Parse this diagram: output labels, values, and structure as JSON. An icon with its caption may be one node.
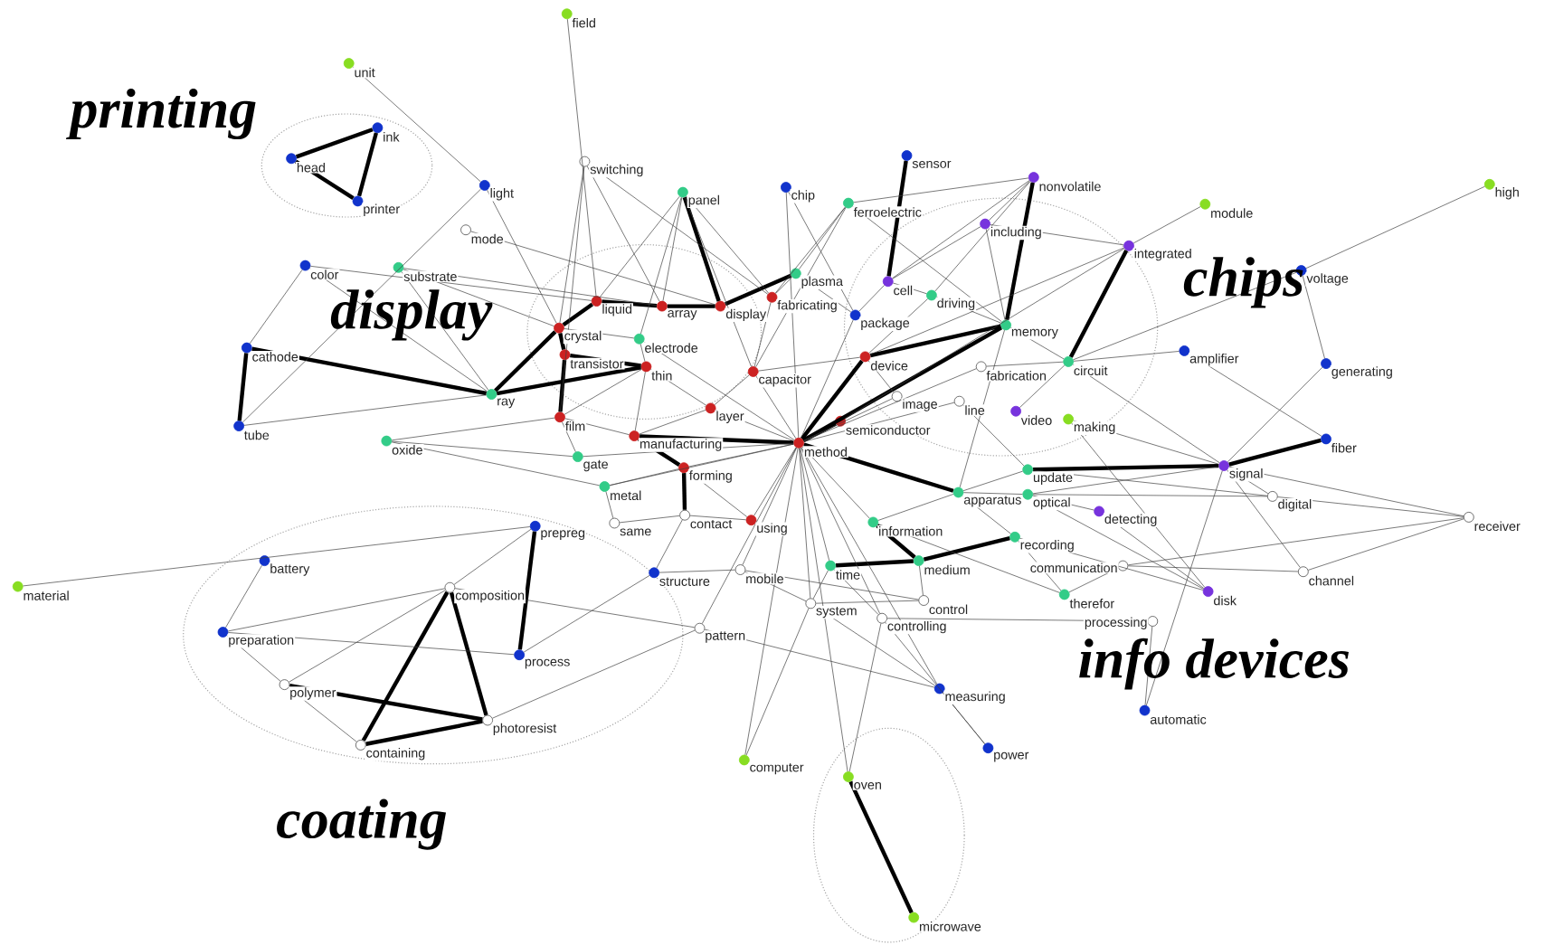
{
  "diagram": {
    "nodes": [
      {
        "text": [
          "field"
        ]
      },
      {
        "text": [
          "unit"
        ]
      },
      {
        "text": [
          "ink"
        ]
      },
      {
        "text": [
          "head"
        ]
      },
      {
        "text": [
          "sensor"
        ]
      },
      {
        "text": [
          "switching"
        ]
      },
      {
        "text": [
          "nonvolatile"
        ]
      },
      {
        "text": [
          "light"
        ]
      },
      {
        "text": [
          "high"
        ]
      },
      {
        "text": [
          "chip"
        ]
      },
      {
        "text": [
          "panel"
        ]
      },
      {
        "text": [
          "printer"
        ]
      },
      {
        "text": [
          "ferroelectric"
        ]
      },
      {
        "text": [
          "module"
        ]
      },
      {
        "text": [
          "including"
        ]
      },
      {
        "text": [
          "mode"
        ]
      },
      {
        "text": [
          "integrated"
        ]
      },
      {
        "text": [
          "color"
        ]
      },
      {
        "text": [
          "substrate"
        ]
      },
      {
        "text": [
          "voltage"
        ]
      },
      {
        "text": [
          "plasma"
        ]
      },
      {
        "text": [
          "cell"
        ]
      },
      {
        "text": [
          "fabricating"
        ]
      },
      {
        "text": [
          "liquid"
        ]
      },
      {
        "text": [
          "array"
        ]
      },
      {
        "text": [
          "display"
        ]
      },
      {
        "text": [
          "driving"
        ]
      },
      {
        "text": [
          "package"
        ]
      },
      {
        "text": [
          "memory"
        ]
      },
      {
        "text": [
          "crystal"
        ]
      },
      {
        "text": [
          "electrode"
        ]
      },
      {
        "text": [
          "cathode"
        ]
      },
      {
        "text": [
          "amplifier"
        ]
      },
      {
        "text": [
          "device"
        ]
      },
      {
        "text": [
          "circuit"
        ]
      },
      {
        "text": [
          "generating"
        ]
      },
      {
        "text": [
          "fabrication"
        ]
      },
      {
        "text": [
          "thin"
        ]
      },
      {
        "text": [
          "capacitor"
        ]
      },
      {
        "text": [
          "transistor"
        ]
      },
      {
        "text": [
          "ray"
        ]
      },
      {
        "text": [
          "image"
        ]
      },
      {
        "text": [
          "line"
        ]
      },
      {
        "text": [
          "video"
        ]
      },
      {
        "text": [
          "making"
        ]
      },
      {
        "text": [
          "layer"
        ]
      },
      {
        "text": [
          "film"
        ]
      },
      {
        "text": [
          "semiconductor"
        ]
      },
      {
        "text": [
          "tube"
        ]
      },
      {
        "text": [
          "oxide"
        ]
      },
      {
        "text": [
          "manufacturing"
        ]
      },
      {
        "text": [
          "method"
        ]
      },
      {
        "text": [
          "fiber"
        ]
      },
      {
        "text": [
          "gate"
        ]
      },
      {
        "text": [
          "signal"
        ]
      },
      {
        "text": [
          "forming"
        ]
      },
      {
        "text": [
          "update"
        ]
      },
      {
        "text": [
          "metal"
        ]
      },
      {
        "text": [
          "apparatus"
        ]
      },
      {
        "text": [
          "optical"
        ]
      },
      {
        "text": [
          "digital"
        ]
      },
      {
        "text": [
          "detecting"
        ]
      },
      {
        "text": [
          "contact"
        ]
      },
      {
        "text": [
          "receiver"
        ]
      },
      {
        "text": [
          "using"
        ]
      },
      {
        "text": [
          "information"
        ]
      },
      {
        "text": [
          "same"
        ]
      },
      {
        "text": [
          "prepreg"
        ]
      },
      {
        "text": [
          "recording"
        ]
      },
      {
        "text": [
          "battery"
        ]
      },
      {
        "text": [
          "medium"
        ]
      },
      {
        "text": [
          "time"
        ]
      },
      {
        "text": [
          "communication"
        ]
      },
      {
        "text": [
          "mobile"
        ]
      },
      {
        "text": [
          "channel"
        ]
      },
      {
        "text": [
          "structure"
        ]
      },
      {
        "text": [
          "material"
        ]
      },
      {
        "text": [
          "composition"
        ]
      },
      {
        "text": [
          "disk"
        ]
      },
      {
        "text": [
          "therefor"
        ]
      },
      {
        "text": [
          "control"
        ]
      },
      {
        "text": [
          "system"
        ]
      },
      {
        "text": [
          "controlling"
        ]
      },
      {
        "text": [
          "processing"
        ]
      },
      {
        "text": [
          "preparation"
        ]
      },
      {
        "text": [
          "pattern"
        ]
      },
      {
        "text": [
          "process"
        ]
      },
      {
        "text": [
          "polymer"
        ]
      },
      {
        "text": [
          "measuring"
        ]
      },
      {
        "text": [
          "automatic"
        ]
      },
      {
        "text": [
          "photoresist"
        ]
      },
      {
        "text": [
          "containing"
        ]
      },
      {
        "text": [
          "power"
        ]
      },
      {
        "text": [
          "computer"
        ]
      },
      {
        "text": [
          "oven"
        ]
      },
      {
        "text": [
          "microwave"
        ]
      }
    ],
    "edges": [
      {
        "from": 2,
        "to": 3,
        "arrow": "none",
        "style": "thick"
      },
      {
        "from": 2,
        "to": 11,
        "arrow": "none",
        "style": "thick"
      },
      {
        "from": 3,
        "to": 11,
        "arrow": "none",
        "style": "thick"
      },
      {
        "from": 31,
        "to": 48,
        "arrow": "none",
        "style": "thick"
      },
      {
        "from": 94,
        "to": 95,
        "arrow": "none",
        "style": "thick"
      },
      {
        "from": 77,
        "to": 91,
        "arrow": "none",
        "style": "thick"
      },
      {
        "from": 77,
        "to": 90,
        "arrow": "none",
        "style": "thick"
      },
      {
        "from": 91,
        "to": 90,
        "arrow": "none",
        "style": "thick"
      },
      {
        "from": 87,
        "to": 90,
        "arrow": "none",
        "style": "thick"
      },
      {
        "from": 67,
        "to": 86,
        "arrow": "none",
        "style": "thick"
      },
      {
        "from": 16,
        "to": 34,
        "arrow": "none",
        "style": "thick"
      },
      {
        "from": 6,
        "to": 28,
        "arrow": "none",
        "style": "thick"
      },
      {
        "from": 4,
        "to": 21,
        "arrow": "none",
        "style": "thick"
      },
      {
        "from": 10,
        "to": 25,
        "arrow": "none",
        "style": "thick"
      },
      {
        "from": 29,
        "to": 23,
        "arrow": "none",
        "style": "thick"
      },
      {
        "from": 29,
        "to": 39,
        "arrow": "none",
        "style": "thick"
      },
      {
        "from": 39,
        "to": 37,
        "arrow": "none",
        "style": "thick"
      },
      {
        "from": 46,
        "to": 39,
        "arrow": "none",
        "style": "thick"
      },
      {
        "from": 23,
        "to": 24,
        "arrow": "none",
        "style": "thick"
      },
      {
        "from": 24,
        "to": 25,
        "arrow": "none",
        "style": "thick"
      },
      {
        "from": 25,
        "to": 20,
        "arrow": "none",
        "style": "thick"
      },
      {
        "from": 51,
        "to": 33,
        "arrow": "none",
        "style": "thick"
      },
      {
        "from": 51,
        "to": 47,
        "arrow": "none",
        "style": "thick"
      },
      {
        "from": 51,
        "to": 50,
        "arrow": "none",
        "style": "thick"
      },
      {
        "from": 51,
        "to": 28,
        "arrow": "none",
        "style": "thick"
      },
      {
        "from": 65,
        "to": 70,
        "arrow": "none",
        "style": "thick"
      },
      {
        "from": 71,
        "to": 70,
        "arrow": "none",
        "style": "thick"
      },
      {
        "from": 70,
        "to": 68,
        "arrow": "none",
        "style": "thick"
      },
      {
        "from": 50,
        "to": 55,
        "arrow": "none",
        "style": "thick"
      },
      {
        "from": 55,
        "to": 62,
        "arrow": "none",
        "style": "thick"
      },
      {
        "from": 56,
        "to": 54,
        "arrow": "none",
        "style": "thick"
      },
      {
        "from": 54,
        "to": 52,
        "arrow": "none",
        "style": "thick"
      },
      {
        "from": 31,
        "to": 40,
        "arrow": "none",
        "style": "thick"
      },
      {
        "from": 40,
        "to": 29,
        "arrow": "none",
        "style": "thick"
      },
      {
        "from": 40,
        "to": 37,
        "arrow": "none",
        "style": "thick"
      },
      {
        "from": 58,
        "to": 51,
        "arrow": "none",
        "style": "thick"
      },
      {
        "from": 33,
        "to": 28,
        "arrow": "none",
        "style": "thick"
      },
      {
        "from": 0,
        "to": 23,
        "arrow": "none"
      },
      {
        "from": 1,
        "to": 7,
        "arrow": "none"
      },
      {
        "from": 7,
        "to": 48,
        "arrow": "none"
      },
      {
        "from": 7,
        "to": 29,
        "arrow": "none"
      },
      {
        "from": 5,
        "to": 46,
        "arrow": "none"
      },
      {
        "from": 5,
        "to": 29,
        "arrow": "none"
      },
      {
        "from": 5,
        "to": 24,
        "arrow": "none"
      },
      {
        "from": 5,
        "to": 22,
        "arrow": "none"
      },
      {
        "from": 15,
        "to": 25,
        "arrow": "none"
      },
      {
        "from": 17,
        "to": 31,
        "arrow": "none"
      },
      {
        "from": 17,
        "to": 40,
        "arrow": "none"
      },
      {
        "from": 17,
        "to": 23,
        "arrow": "none"
      },
      {
        "from": 18,
        "to": 40,
        "arrow": "none"
      },
      {
        "from": 18,
        "to": 24,
        "arrow": "none"
      },
      {
        "from": 18,
        "to": 29,
        "arrow": "none"
      },
      {
        "from": 48,
        "to": 40,
        "arrow": "none"
      },
      {
        "from": 10,
        "to": 23,
        "arrow": "none"
      },
      {
        "from": 10,
        "to": 24,
        "arrow": "none"
      },
      {
        "from": 10,
        "to": 30,
        "arrow": "none"
      },
      {
        "from": 10,
        "to": 38,
        "arrow": "none"
      },
      {
        "from": 10,
        "to": 22,
        "arrow": "none"
      },
      {
        "from": 9,
        "to": 27,
        "arrow": "none"
      },
      {
        "from": 9,
        "to": 51,
        "arrow": "none"
      },
      {
        "from": 12,
        "to": 38,
        "arrow": "none"
      },
      {
        "from": 12,
        "to": 22,
        "arrow": "none"
      },
      {
        "from": 12,
        "to": 20,
        "arrow": "none"
      },
      {
        "from": 12,
        "to": 6,
        "arrow": "none"
      },
      {
        "from": 12,
        "to": 28,
        "arrow": "none"
      },
      {
        "from": 6,
        "to": 21,
        "arrow": "none"
      },
      {
        "from": 6,
        "to": 14,
        "arrow": "none"
      },
      {
        "from": 6,
        "to": 26,
        "arrow": "none"
      },
      {
        "from": 14,
        "to": 16,
        "arrow": "none"
      },
      {
        "from": 14,
        "to": 28,
        "arrow": "none"
      },
      {
        "from": 14,
        "to": 21,
        "arrow": "none"
      },
      {
        "from": 13,
        "to": 16,
        "arrow": "none"
      },
      {
        "from": 8,
        "to": 19,
        "arrow": "none"
      },
      {
        "from": 19,
        "to": 35,
        "arrow": "none"
      },
      {
        "from": 16,
        "to": 33,
        "arrow": "none"
      },
      {
        "from": 16,
        "to": 47,
        "arrow": "none"
      },
      {
        "from": 28,
        "to": 34,
        "arrow": "none"
      },
      {
        "from": 34,
        "to": 32,
        "arrow": "none"
      },
      {
        "from": 34,
        "to": 54,
        "arrow": "none"
      },
      {
        "from": 34,
        "to": 19,
        "arrow": "none"
      },
      {
        "from": 32,
        "to": 52,
        "arrow": "none"
      },
      {
        "from": 35,
        "to": 54,
        "arrow": "none"
      },
      {
        "from": 20,
        "to": 27,
        "arrow": "none"
      },
      {
        "from": 20,
        "to": 22,
        "arrow": "none"
      },
      {
        "from": 21,
        "to": 26,
        "arrow": "none"
      },
      {
        "from": 21,
        "to": 27,
        "arrow": "none"
      },
      {
        "from": 27,
        "to": 51,
        "arrow": "none"
      },
      {
        "from": 33,
        "to": 38,
        "arrow": "none"
      },
      {
        "from": 33,
        "to": 26,
        "arrow": "none"
      },
      {
        "from": 30,
        "to": 37,
        "arrow": "none"
      },
      {
        "from": 30,
        "to": 29,
        "arrow": "none"
      },
      {
        "from": 30,
        "to": 51,
        "arrow": "none"
      },
      {
        "from": 37,
        "to": 46,
        "arrow": "none"
      },
      {
        "from": 37,
        "to": 45,
        "arrow": "none"
      },
      {
        "from": 37,
        "to": 50,
        "arrow": "none"
      },
      {
        "from": 38,
        "to": 51,
        "arrow": "none"
      },
      {
        "from": 38,
        "to": 45,
        "arrow": "none"
      },
      {
        "from": 38,
        "to": 22,
        "arrow": "none"
      },
      {
        "from": 45,
        "to": 51,
        "arrow": "none"
      },
      {
        "from": 45,
        "to": 50,
        "arrow": "none"
      },
      {
        "from": 46,
        "to": 50,
        "arrow": "none"
      },
      {
        "from": 46,
        "to": 53,
        "arrow": "none"
      },
      {
        "from": 49,
        "to": 46,
        "arrow": "none"
      },
      {
        "from": 49,
        "to": 57,
        "arrow": "none"
      },
      {
        "from": 49,
        "to": 53,
        "arrow": "none"
      },
      {
        "from": 53,
        "to": 51,
        "arrow": "none"
      },
      {
        "from": 57,
        "to": 55,
        "arrow": "none"
      },
      {
        "from": 57,
        "to": 51,
        "arrow": "none"
      },
      {
        "from": 55,
        "to": 51,
        "arrow": "none"
      },
      {
        "from": 55,
        "to": 64,
        "arrow": "none"
      },
      {
        "from": 62,
        "to": 66,
        "arrow": "none"
      },
      {
        "from": 62,
        "to": 64,
        "arrow": "none"
      },
      {
        "from": 62,
        "to": 75,
        "arrow": "none"
      },
      {
        "from": 66,
        "to": 57,
        "arrow": "none"
      },
      {
        "from": 67,
        "to": 77,
        "arrow": "none"
      },
      {
        "from": 51,
        "to": 64,
        "arrow": "none"
      },
      {
        "from": 51,
        "to": 73,
        "arrow": "none"
      },
      {
        "from": 51,
        "to": 71,
        "arrow": "none"
      },
      {
        "from": 51,
        "to": 65,
        "arrow": "none"
      },
      {
        "from": 51,
        "to": 81,
        "arrow": "none"
      },
      {
        "from": 51,
        "to": 93,
        "arrow": "none"
      },
      {
        "from": 51,
        "to": 94,
        "arrow": "none"
      },
      {
        "from": 51,
        "to": 85,
        "arrow": "none"
      },
      {
        "from": 51,
        "to": 82,
        "arrow": "none"
      },
      {
        "from": 51,
        "to": 42,
        "arrow": "none"
      },
      {
        "from": 51,
        "to": 41,
        "arrow": "none"
      },
      {
        "from": 58,
        "to": 56,
        "arrow": "none"
      },
      {
        "from": 58,
        "to": 59,
        "arrow": "none"
      },
      {
        "from": 58,
        "to": 65,
        "arrow": "none"
      },
      {
        "from": 58,
        "to": 68,
        "arrow": "none"
      },
      {
        "from": 59,
        "to": 61,
        "arrow": "none"
      },
      {
        "from": 59,
        "to": 54,
        "arrow": "none"
      },
      {
        "from": 59,
        "to": 60,
        "arrow": "none"
      },
      {
        "from": 59,
        "to": 78,
        "arrow": "none"
      },
      {
        "from": 56,
        "to": 42,
        "arrow": "none"
      },
      {
        "from": 56,
        "to": 60,
        "arrow": "none"
      },
      {
        "from": 54,
        "to": 60,
        "arrow": "none"
      },
      {
        "from": 54,
        "to": 63,
        "arrow": "none"
      },
      {
        "from": 54,
        "to": 74,
        "arrow": "none"
      },
      {
        "from": 54,
        "to": 89,
        "arrow": "none"
      },
      {
        "from": 61,
        "to": 78,
        "arrow": "none"
      },
      {
        "from": 68,
        "to": 78,
        "arrow": "none"
      },
      {
        "from": 68,
        "to": 79,
        "arrow": "none"
      },
      {
        "from": 72,
        "to": 79,
        "arrow": "none"
      },
      {
        "from": 72,
        "to": 74,
        "arrow": "none"
      },
      {
        "from": 72,
        "to": 63,
        "arrow": "none"
      },
      {
        "from": 65,
        "to": 79,
        "arrow": "none"
      },
      {
        "from": 71,
        "to": 81,
        "arrow": "none"
      },
      {
        "from": 71,
        "to": 82,
        "arrow": "none"
      },
      {
        "from": 70,
        "to": 80,
        "arrow": "none"
      },
      {
        "from": 80,
        "to": 81,
        "arrow": "none"
      },
      {
        "from": 81,
        "to": 73,
        "arrow": "none"
      },
      {
        "from": 81,
        "to": 88,
        "arrow": "none"
      },
      {
        "from": 82,
        "to": 83,
        "arrow": "none"
      },
      {
        "from": 82,
        "to": 92,
        "arrow": "none"
      },
      {
        "from": 83,
        "to": 89,
        "arrow": "none"
      },
      {
        "from": 82,
        "to": 94,
        "arrow": "none"
      },
      {
        "from": 85,
        "to": 88,
        "arrow": "none"
      },
      {
        "from": 85,
        "to": 77,
        "arrow": "none"
      },
      {
        "from": 85,
        "to": 90,
        "arrow": "none"
      },
      {
        "from": 73,
        "to": 75,
        "arrow": "none"
      },
      {
        "from": 73,
        "to": 80,
        "arrow": "none"
      },
      {
        "from": 75,
        "to": 86,
        "arrow": "none"
      },
      {
        "from": 76,
        "to": 67,
        "arrow": "none"
      },
      {
        "from": 69,
        "to": 84,
        "arrow": "none"
      },
      {
        "from": 84,
        "to": 86,
        "arrow": "none"
      },
      {
        "from": 84,
        "to": 87,
        "arrow": "none"
      },
      {
        "from": 84,
        "to": 77,
        "arrow": "none"
      },
      {
        "from": 87,
        "to": 91,
        "arrow": "none"
      },
      {
        "from": 87,
        "to": 77,
        "arrow": "none"
      },
      {
        "from": 93,
        "to": 81,
        "arrow": "none"
      },
      {
        "from": 88,
        "to": 92,
        "arrow": "none"
      },
      {
        "from": 88,
        "to": 51,
        "arrow": "none"
      },
      {
        "from": 60,
        "to": 63,
        "arrow": "none"
      },
      {
        "from": 63,
        "to": 74,
        "arrow": "none"
      },
      {
        "from": 44,
        "to": 54,
        "arrow": "none"
      },
      {
        "from": 44,
        "to": 78,
        "arrow": "none"
      },
      {
        "from": 43,
        "to": 34,
        "arrow": "none"
      },
      {
        "from": 36,
        "to": 34,
        "arrow": "none"
      },
      {
        "from": 36,
        "to": 51,
        "arrow": "none"
      },
      {
        "from": 41,
        "to": 33,
        "arrow": "none"
      },
      {
        "from": 26,
        "to": 28,
        "arrow": "none"
      },
      {
        "from": 28,
        "to": 58,
        "arrow": "none"
      }
    ],
    "labels": [
      "printing",
      "display",
      "chips",
      "info devices",
      "coating"
    ]
  }
}
